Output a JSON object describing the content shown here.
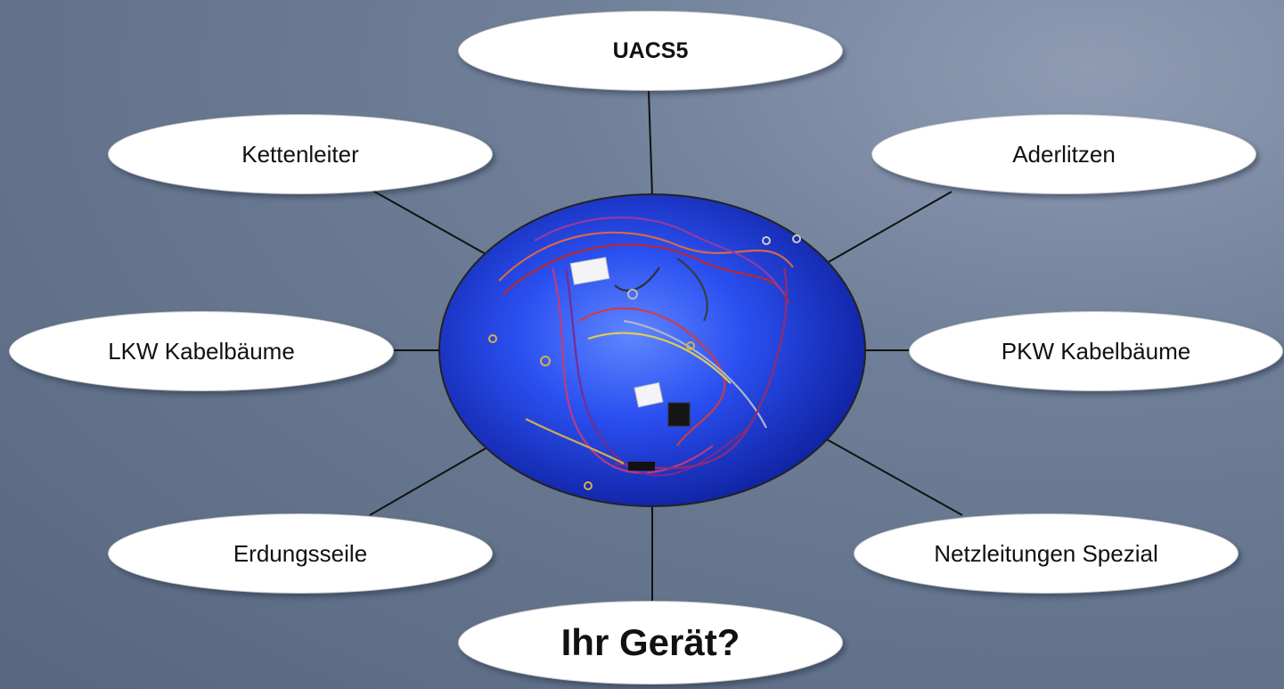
{
  "diagram": {
    "center_image": "wire-harness-photo",
    "nodes": {
      "uacs5": "UACS5",
      "kettenleiter": "Kettenleiter",
      "aderlitzen": "Aderlitzen",
      "lkw": "LKW Kabelbäume",
      "pkw": "PKW Kabelbäume",
      "erdungsseile": "Erdungsseile",
      "netzleitungen": "Netzleitungen Spezial",
      "ihr_geraet": "Ihr Gerät?"
    },
    "colors": {
      "background": "#6f7f98",
      "center_fill": "#1f3fd8",
      "node_fill": "#ffffff",
      "connector": "#111111"
    }
  }
}
